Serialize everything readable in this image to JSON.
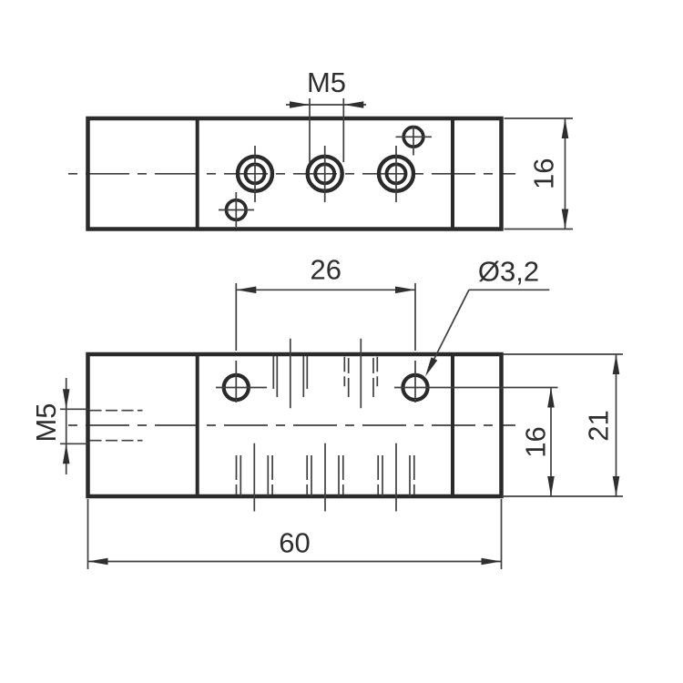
{
  "drawing": {
    "kind": "technical-drawing",
    "colors": {
      "background": "#ffffff",
      "outline": "#2a2a2a",
      "thin_line": "#3f3f3f",
      "text": "#2e2e2e"
    },
    "dimensions": {
      "top_port_thread": "M5",
      "top_view_depth": "16",
      "mount_hole_spacing": "26",
      "mount_hole_diameter": "Ø3,2",
      "side_port_thread": "M5",
      "mount_hole_height": "16",
      "body_height": "21",
      "body_width": "60"
    }
  }
}
